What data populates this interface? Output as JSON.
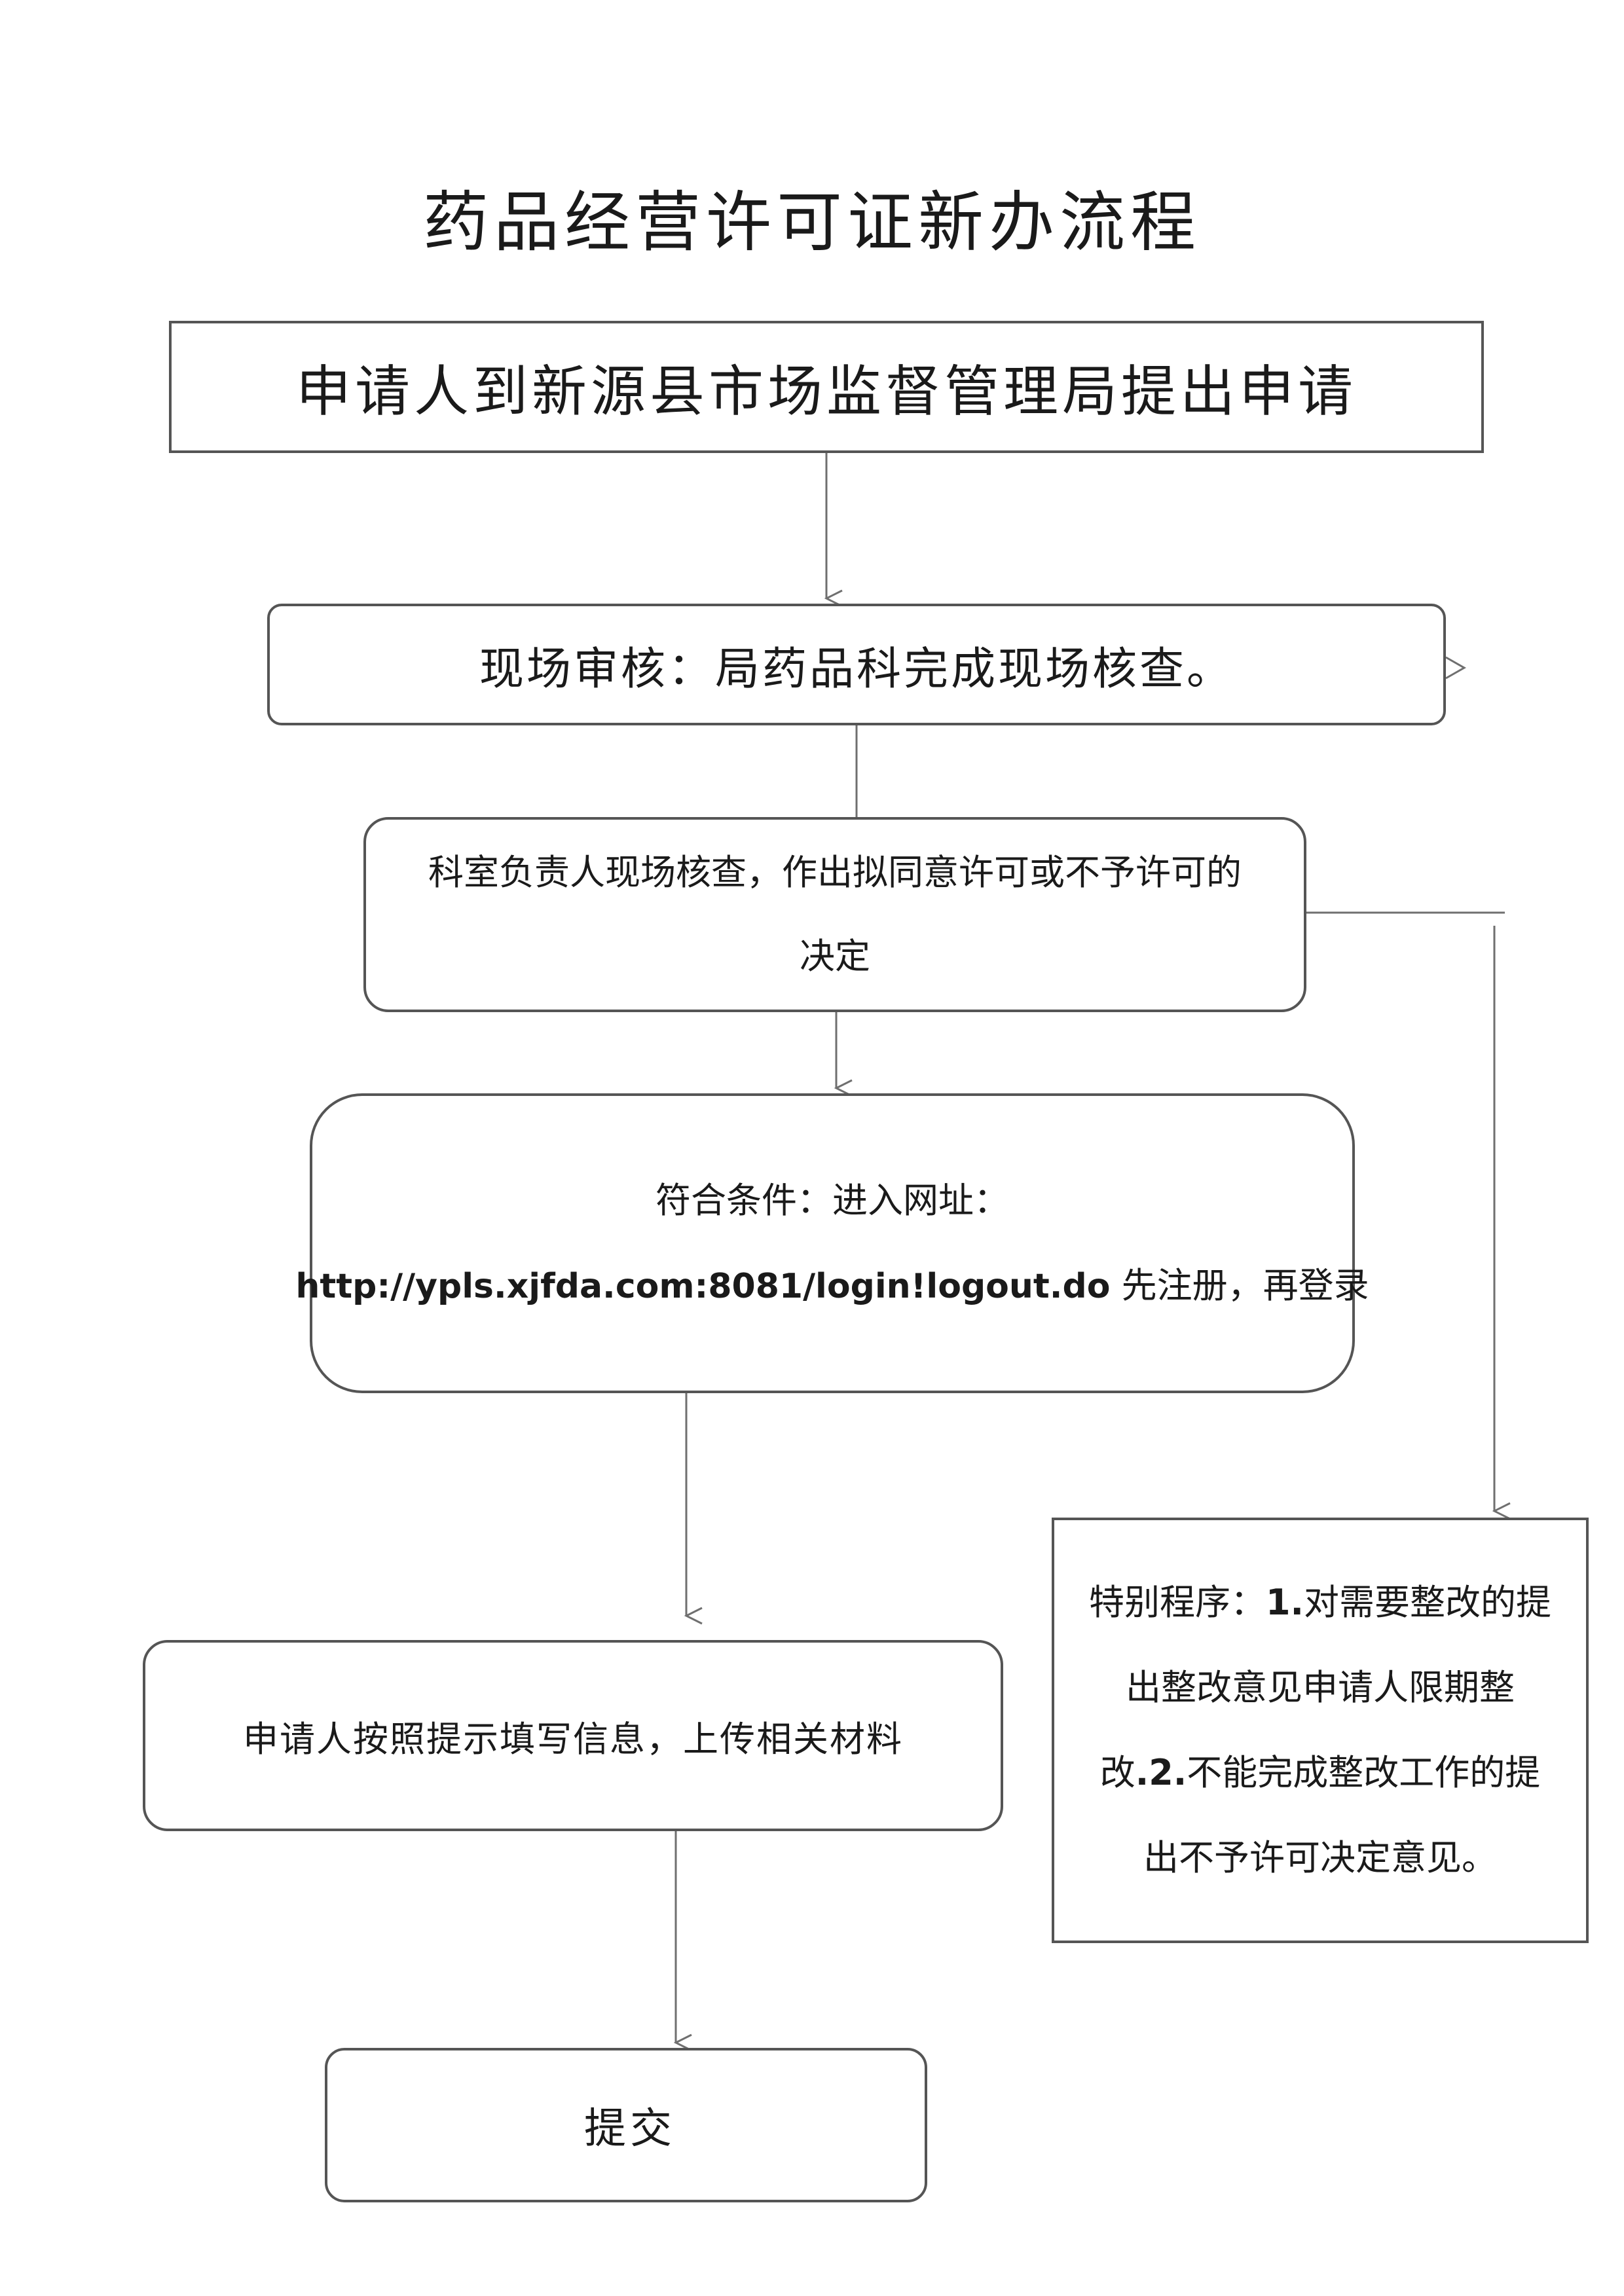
{
  "title": "药品经营许可证新办流程",
  "steps": {
    "apply": "申请人到新源县市场监督管理局提出申请",
    "review": "现场审核：局药品科完成现场核查。",
    "decision": {
      "line1": "科室负责人现场核查，作出拟同意许可或不予许可的",
      "line2": "决定"
    },
    "qualify": {
      "line1": "符合条件：进入网址：",
      "url": "http://ypls.xjfda.com:8081/login!logout.do",
      "line2_suffix": " 先注册，再登录"
    },
    "fill": "申请人按照提示填写信息，上传相关材料",
    "submit": "提交",
    "special": {
      "line1_prefix": "特别程序：",
      "line1_num": "1.",
      "line1_suffix": "对需要整改的提",
      "line2": "出整改意见申请人限期整",
      "line3_prefix": "改",
      "line3_num": ".2.",
      "line3_suffix": "不能完成整改工作的提",
      "line4": "出不予许可决定意见。"
    }
  },
  "colors": {
    "stroke": "#555555",
    "connector": "#6f6f6f",
    "text": "#1a1a1a"
  }
}
